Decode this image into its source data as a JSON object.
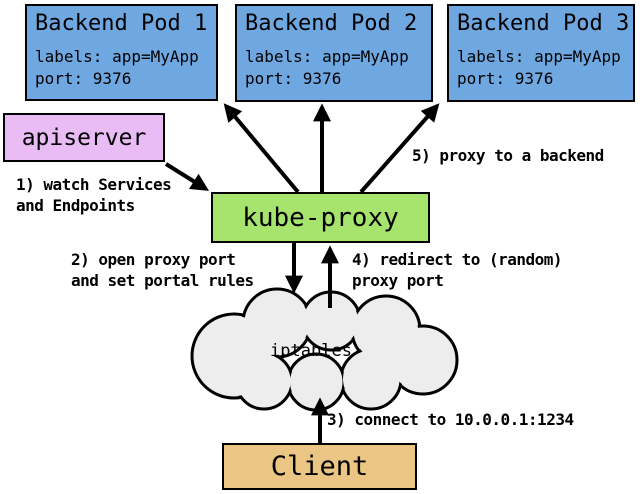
{
  "diagram": {
    "pods": [
      {
        "title": "Backend Pod 1",
        "labels": "labels: app=MyApp",
        "port": "port: 9376"
      },
      {
        "title": "Backend Pod 2",
        "labels": "labels: app=MyApp",
        "port": "port: 9376"
      },
      {
        "title": "Backend Pod 3",
        "labels": "labels: app=MyApp",
        "port": "port: 9376"
      }
    ],
    "apiserver_label": "apiserver",
    "kube_proxy_label": "kube-proxy",
    "iptables_label": "iptables",
    "client_label": "Client",
    "annotations": {
      "step1_line1": "1) watch Services",
      "step1_line2": "and Endpoints",
      "step2_line1": "2) open proxy port",
      "step2_line2": "and set portal rules",
      "step3": "3) connect to 10.0.0.1:1234",
      "step4_line1": "4) redirect to (random)",
      "step4_line2": "proxy port",
      "step5": "5) proxy to a backend"
    },
    "colors": {
      "pod_fill": "#6FA7E1",
      "apiserver_fill": "#E9BCF6",
      "kube_proxy_fill": "#A6E46E",
      "client_fill": "#EBC583",
      "cloud_fill": "#EDEDED",
      "outline": "#000000"
    }
  }
}
